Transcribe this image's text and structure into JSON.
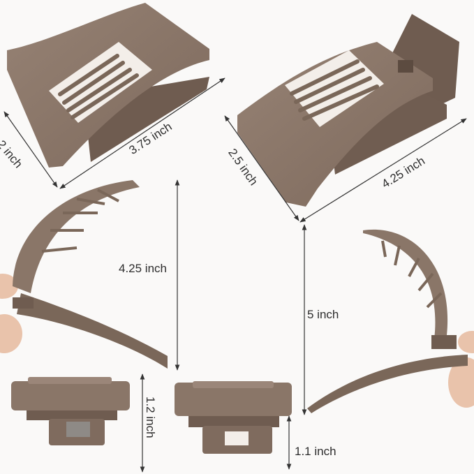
{
  "colors": {
    "clip": "#8a7668",
    "clip_dark": "#6f5c50",
    "clip_light": "#a08c7f",
    "spring": "#8e8a86",
    "arrow": "#333333",
    "skin": "#e9c3ab",
    "background": "#faf9f8"
  },
  "dimensions": {
    "small_clip_width": "2 inch",
    "small_clip_length": "3.75 inch",
    "large_clip_width": "2.5 inch",
    "large_clip_length": "4.25 inch",
    "small_clip_open_height": "4.25 inch",
    "large_clip_open_height": "5 inch",
    "small_clip_thickness": "1.2 inch",
    "large_clip_thickness": "1.1 inch"
  }
}
